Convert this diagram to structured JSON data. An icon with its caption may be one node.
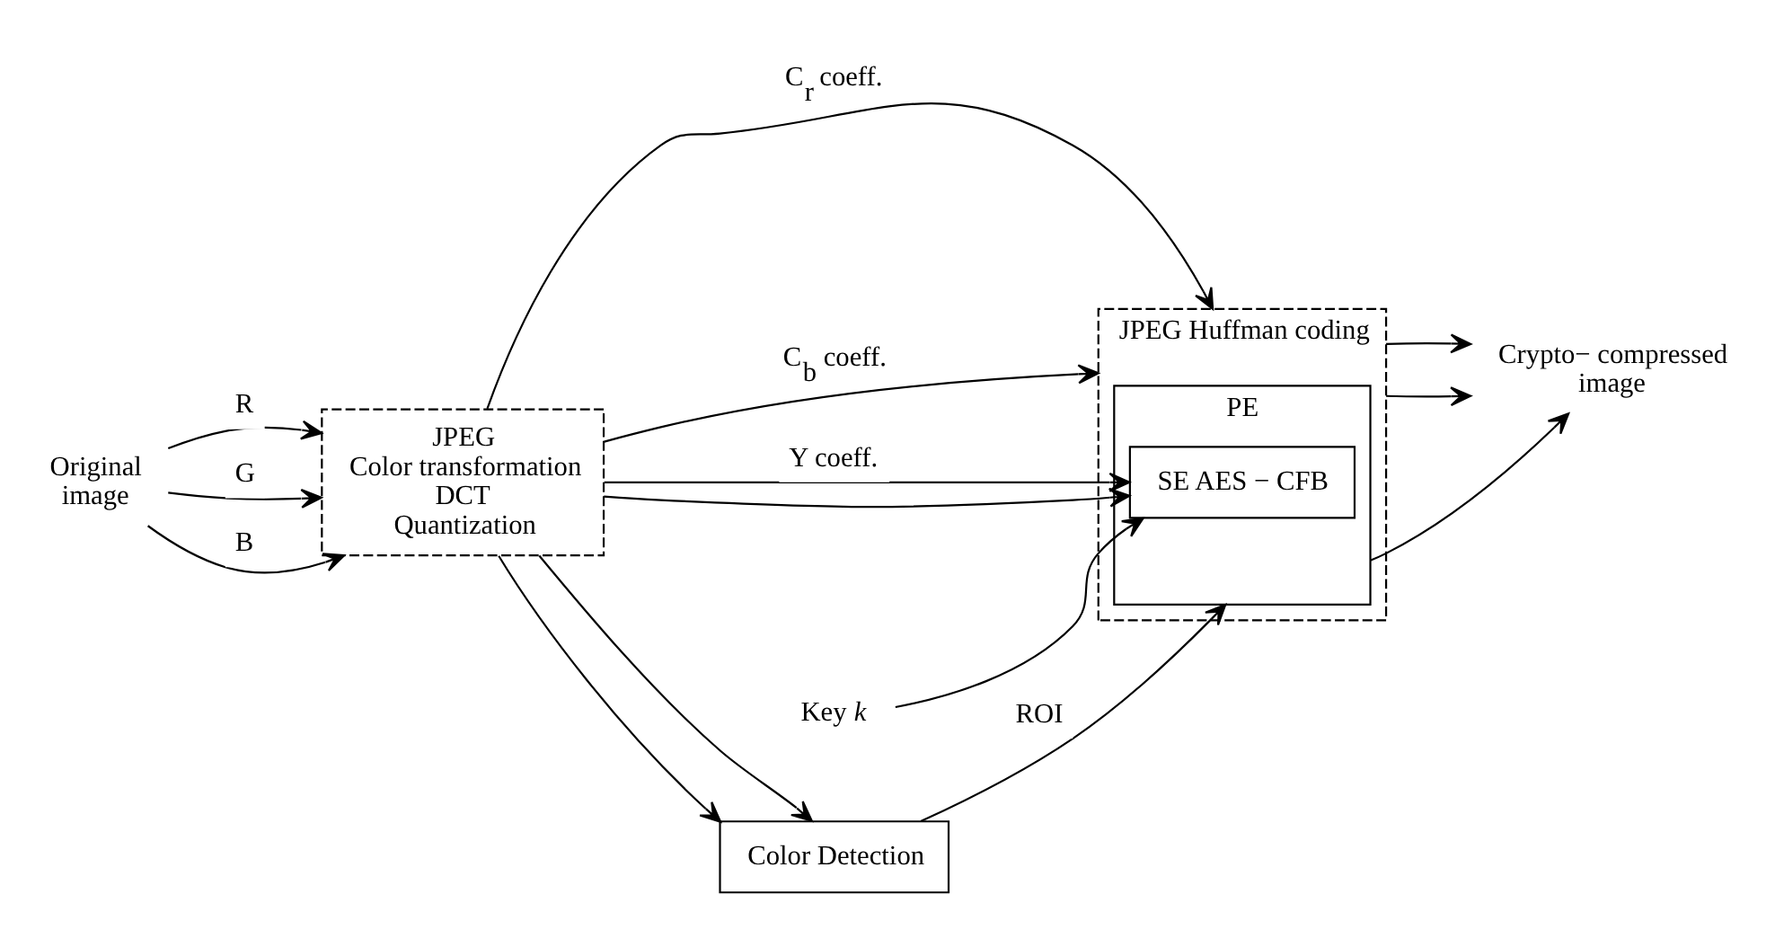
{
  "diagram": {
    "nodes": [
      {
        "text": [
          "Original",
          "image"
        ]
      },
      {
        "text": [
          "JPEG",
          "Color transformation",
          "DCT",
          "Quantization"
        ]
      },
      {
        "text": [
          "JPEG Huffman coding"
        ]
      },
      {
        "text": [
          "PE"
        ],
        "in": 2
      },
      {
        "text": [
          "SE AES − CFB"
        ],
        "in": 3
      },
      {
        "text": [
          "Key *k*"
        ]
      },
      {
        "text": [
          "Color Detection"
        ]
      },
      {
        "text": [
          "Crypto− compressed",
          "image"
        ]
      }
    ],
    "edges": [
      {
        "from": 0,
        "to": 1,
        "arrow": "to",
        "label": "R"
      },
      {
        "from": 0,
        "to": 1,
        "arrow": "to",
        "label": "G"
      },
      {
        "from": 0,
        "to": 1,
        "arrow": "to",
        "label": "B"
      },
      {
        "from": 1,
        "to": 4,
        "arrow": "to",
        "label": "Y coeff."
      },
      {
        "from": 1,
        "to": 4,
        "arrow": "to"
      },
      {
        "from": 1,
        "to": 2,
        "arrow": "to",
        "label": "C$_{r}$ coeff."
      },
      {
        "from": 1,
        "to": 2,
        "arrow": "to",
        "label": "C$_{b}$ coeff."
      },
      {
        "from": 1,
        "to": 6,
        "arrow": "to"
      },
      {
        "from": 1,
        "to": 6,
        "arrow": "to"
      },
      {
        "from": 6,
        "to": 3,
        "arrow": "to",
        "label": "ROI"
      },
      {
        "from": 5,
        "to": 4,
        "arrow": "to"
      },
      {
        "from": 3,
        "to": 7,
        "arrow": "to"
      },
      {
        "from": 2,
        "to": 7,
        "arrow": "to"
      },
      {
        "from": 2,
        "to": 7,
        "arrow": "to"
      }
    ]
  }
}
